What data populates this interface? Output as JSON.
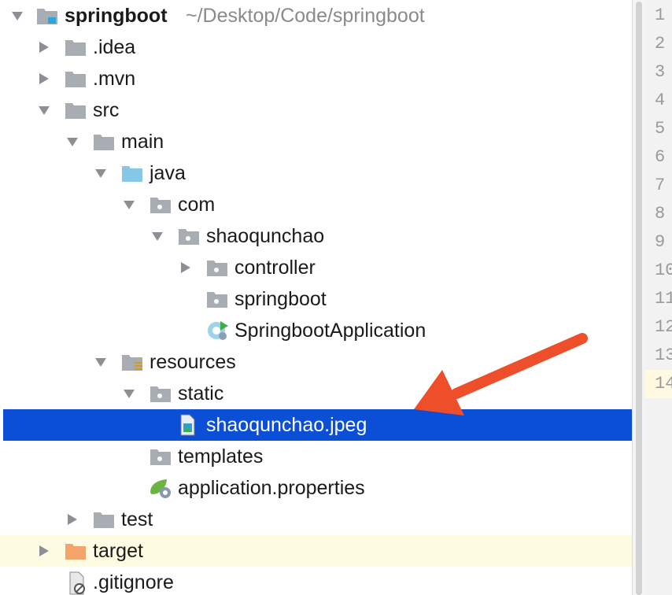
{
  "tree": {
    "rows": [
      {
        "label": "springboot",
        "path": "~/Desktop/Code/springboot",
        "icon": "module-folder-icon",
        "expanded": true
      },
      {
        "label": ".idea",
        "icon": "folder-icon",
        "expanded": false
      },
      {
        "label": ".mvn",
        "icon": "folder-icon",
        "expanded": false
      },
      {
        "label": "src",
        "icon": "folder-icon",
        "expanded": true
      },
      {
        "label": "main",
        "icon": "folder-icon",
        "expanded": true
      },
      {
        "label": "java",
        "icon": "source-folder-icon",
        "expanded": true
      },
      {
        "label": "com",
        "icon": "package-icon",
        "expanded": true
      },
      {
        "label": "shaoqunchao",
        "icon": "package-icon",
        "expanded": true
      },
      {
        "label": "controller",
        "icon": "package-icon",
        "expanded": false
      },
      {
        "label": "springboot",
        "icon": "package-icon"
      },
      {
        "label": "SpringbootApplication",
        "icon": "spring-class-icon"
      },
      {
        "label": "resources",
        "icon": "resources-folder-icon",
        "expanded": true
      },
      {
        "label": "static",
        "icon": "package-icon",
        "expanded": true
      },
      {
        "label": "shaoqunchao.jpeg",
        "icon": "image-file-icon",
        "selected": true
      },
      {
        "label": "templates",
        "icon": "package-icon"
      },
      {
        "label": "application.properties",
        "icon": "spring-properties-icon"
      },
      {
        "label": "test",
        "icon": "folder-icon",
        "expanded": false
      },
      {
        "label": "target",
        "icon": "excluded-folder-icon",
        "expanded": false,
        "highlighted": true
      },
      {
        "label": ".gitignore",
        "icon": "ignored-file-icon"
      }
    ]
  },
  "gutter": {
    "lines": [
      "1",
      "2",
      "3",
      "4",
      "5",
      "6",
      "7",
      "8",
      "9",
      "10",
      "11",
      "12",
      "13",
      "14"
    ],
    "current_line": "14"
  },
  "colors": {
    "selection": "#0b4fd6",
    "highlight_row": "#fefbe3",
    "folder_gray": "#a8adb3",
    "source_blue": "#86c7e8",
    "excluded_orange": "#f4a36b",
    "arrow_red": "#ef4e2b"
  },
  "annotation": {
    "icon": "red-arrow-icon"
  }
}
